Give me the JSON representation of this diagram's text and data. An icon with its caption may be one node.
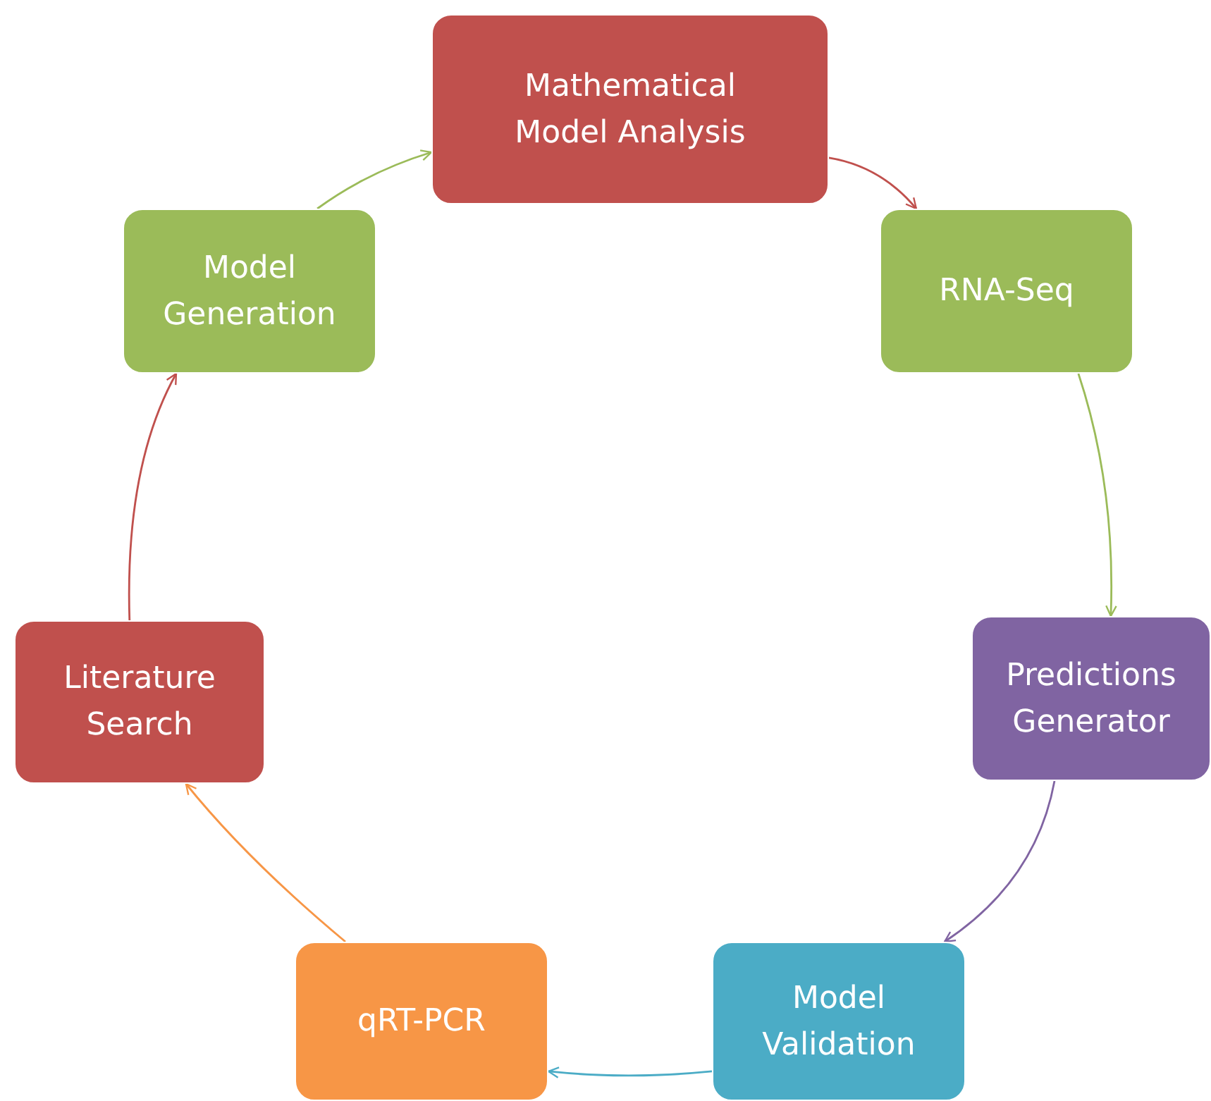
{
  "diagram": {
    "nodes": [
      {
        "text": [
          "Mathematical Model Analysis"
        ]
      },
      {
        "text": [
          "Model Generation"
        ]
      },
      {
        "text": [
          "RNA-Seq"
        ]
      },
      {
        "text": [
          "Predictions Generator"
        ]
      },
      {
        "text": [
          "Literature Search"
        ]
      },
      {
        "text": [
          "qRT-PCR"
        ]
      },
      {
        "text": [
          "Model Validation"
        ]
      }
    ],
    "edges": [
      {
        "from": 0,
        "to": 2,
        "arrow": "to",
        "color": "#c0504d"
      },
      {
        "from": 2,
        "to": 3,
        "arrow": "to",
        "color": "#9bbb59"
      },
      {
        "from": 3,
        "to": 6,
        "arrow": "to",
        "color": "#8064a2"
      },
      {
        "from": 6,
        "to": 5,
        "arrow": "to",
        "color": "#4bacc6"
      },
      {
        "from": 5,
        "to": 4,
        "arrow": "to",
        "color": "#f79646"
      },
      {
        "from": 4,
        "to": 1,
        "arrow": "to",
        "color": "#c0504d"
      },
      {
        "from": 1,
        "to": 0,
        "arrow": "to",
        "color": "#9bbb59"
      }
    ]
  }
}
